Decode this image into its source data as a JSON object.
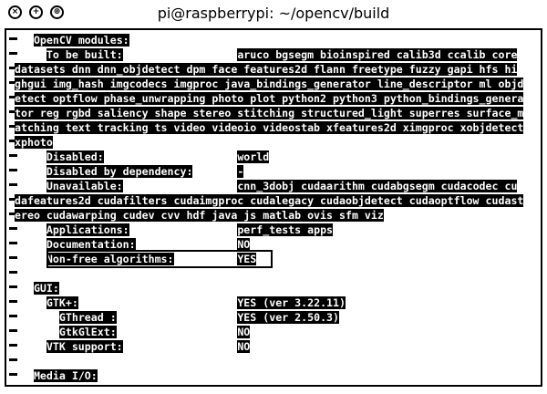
{
  "window": {
    "title": "pi@raspberrypi: ~/opencv/build",
    "buttons": [
      "×",
      "+",
      "⊕"
    ]
  },
  "terminal": {
    "lines": [
      {
        "indent": "   ",
        "text": "OpenCV modules:"
      },
      {
        "indent": "     ",
        "text": "To be built:",
        "pad": "                  ",
        "value": "aruco bgsegm bioinspired calib3d ccalib core"
      },
      {
        "indent": "",
        "text": "datasets dnn dnn_objdetect dpm face features2d flann freetype fuzzy gapi hfs hi"
      },
      {
        "indent": "",
        "text": "ghgui img_hash imgcodecs imgproc java_bindings_generator line_descriptor ml objd"
      },
      {
        "indent": "",
        "text": "etect optflow phase_unwrapping photo plot python2 python3 python_bindings_genera"
      },
      {
        "indent": "",
        "text": "tor reg rgbd saliency shape stereo stitching structured_light superres surface_m"
      },
      {
        "indent": "",
        "text": "atching text tracking ts video videoio videostab xfeatures2d ximgproc xobjdetect"
      },
      {
        "indent": "",
        "text": "xphoto"
      },
      {
        "indent": "     ",
        "text": "Disabled:",
        "pad": "                     ",
        "value": "world"
      },
      {
        "indent": "     ",
        "text": "Disabled by dependency:",
        "pad": "       ",
        "value": "-"
      },
      {
        "indent": "     ",
        "text": "Unavailable:",
        "pad": "                  ",
        "value": "cnn_3dobj cudaarithm cudabgsegm cudacodec cu"
      },
      {
        "indent": "",
        "text": "dafeatures2d cudafilters cudaimgproc cudalegacy cudaobjdetect cudaoptflow cudast"
      },
      {
        "indent": "",
        "text": "ereo cudawarping cudev cvv hdf java js matlab ovis sfm viz"
      },
      {
        "indent": "     ",
        "text": "Applications:",
        "pad": "                 ",
        "value": "perf_tests apps"
      },
      {
        "indent": "     ",
        "text": "Documentation:",
        "pad": "                ",
        "value": "NO"
      },
      {
        "indent": "     ",
        "text": "Non-free algorithms:",
        "pad": "          ",
        "value": "YES"
      },
      {
        "indent": "",
        "text": ""
      },
      {
        "indent": "   ",
        "text": "GUI:"
      },
      {
        "indent": "     ",
        "text": "GTK+:",
        "pad": "                         ",
        "value": "YES (ver 3.22.11)"
      },
      {
        "indent": "       ",
        "text": "GThread :",
        "pad": "                   ",
        "value": "YES (ver 2.50.3)"
      },
      {
        "indent": "       ",
        "text": "GtkGlExt:",
        "pad": "                   ",
        "value": "NO"
      },
      {
        "indent": "     ",
        "text": "VTK support:",
        "pad": "                  ",
        "value": "NO"
      },
      {
        "indent": "",
        "text": ""
      },
      {
        "indent": "   ",
        "text": "Media I/O:"
      }
    ],
    "highlighted_line": 15
  }
}
